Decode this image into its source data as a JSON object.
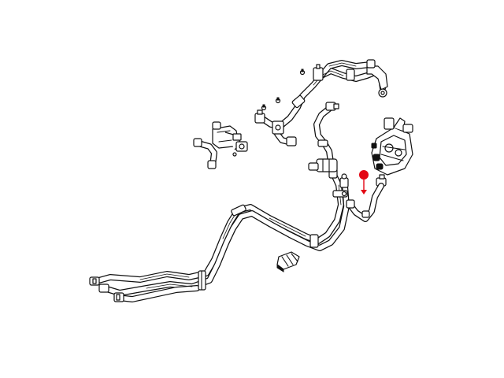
{
  "diagram": {
    "colors": {
      "background": "#ffffff",
      "line": "#111111",
      "callout": "#e30613"
    },
    "parts": [
      "rear-heater-hose-assembly",
      "front-heater-hose-assembly",
      "hose-manifold",
      "quick-connect-coupler",
      "coolant-pump-assembly",
      "highlighted-hose",
      "retainer-clip",
      "bolt"
    ],
    "callout": {
      "marker": "red-dot",
      "indicates": "highlighted-hose"
    }
  }
}
